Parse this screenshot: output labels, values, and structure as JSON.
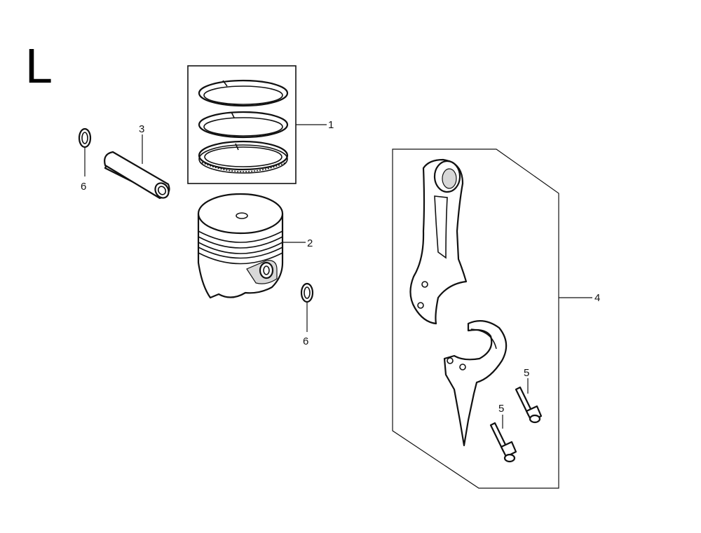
{
  "section": {
    "letter": "L"
  },
  "callouts": [
    {
      "id": "piston-rings",
      "number": "1"
    },
    {
      "id": "piston",
      "number": "2"
    },
    {
      "id": "piston-pin",
      "number": "3"
    },
    {
      "id": "connecting-rod",
      "number": "4"
    },
    {
      "id": "rod-bolt-upper",
      "number": "5"
    },
    {
      "id": "rod-bolt-lower",
      "number": "5"
    },
    {
      "id": "pin-clip-left",
      "number": "6"
    },
    {
      "id": "pin-clip-right",
      "number": "6"
    }
  ]
}
